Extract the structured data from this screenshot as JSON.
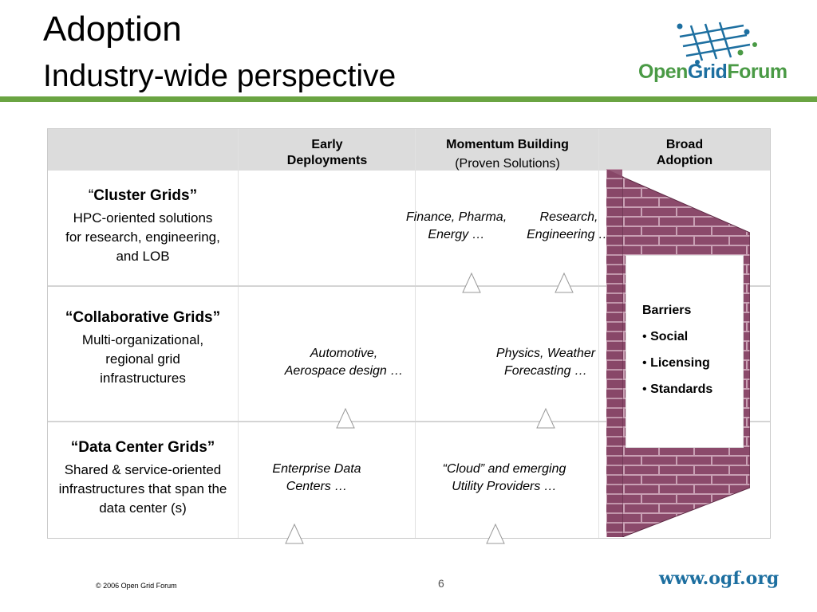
{
  "slide": {
    "title": "Adoption",
    "subtitle": "Industry-wide perspective"
  },
  "logo": {
    "part1": "Open",
    "part2": "Grid",
    "part3": "Forum"
  },
  "columns": [
    {
      "line1": "Early",
      "line2": "Deployments",
      "sub": ""
    },
    {
      "line1": "Momentum Building",
      "line2": "",
      "sub": "(Proven Solutions)"
    },
    {
      "line1": "Broad",
      "line2": "Adoption",
      "sub": ""
    }
  ],
  "rows": [
    {
      "title_open": "“",
      "title": "Cluster Grids”",
      "desc": "HPC-oriented solutions for research, engineering, and LOB"
    },
    {
      "title_open": "“",
      "title": "Collaborative Grids”",
      "desc": "Multi-organizational, regional grid infrastructures"
    },
    {
      "title_open": "“",
      "title": "Data Center Grids”",
      "desc": "Shared & service-oriented infrastructures that span the data center (s)"
    }
  ],
  "examples": {
    "cluster_a_l1": "Finance, Pharma,",
    "cluster_a_l2": "Energy …",
    "cluster_b_l1": "Research,",
    "cluster_b_l2": "Engineering …",
    "collab_a_l1": "Automotive,",
    "collab_a_l2": "Aerospace design …",
    "collab_b_l1": "Physics, Weather",
    "collab_b_l2": "Forecasting …",
    "dc_a_l1": "Enterprise Data",
    "dc_a_l2": "Centers …",
    "dc_b_l1": "“Cloud”  and emerging",
    "dc_b_l2": "Utility Providers …"
  },
  "barriers": {
    "heading": "Barriers",
    "items": [
      "Social",
      "Licensing",
      "Standards"
    ],
    "bullet": "•"
  },
  "footer": {
    "copyright": "© 2006 Open Grid Forum",
    "page": "6",
    "url": "www.ogf.org"
  },
  "colors": {
    "accent_green": "#6aa442",
    "brick": "#8b4a6b",
    "mortar": "#c9a0b4",
    "brand_blue": "#1d6fa0"
  }
}
